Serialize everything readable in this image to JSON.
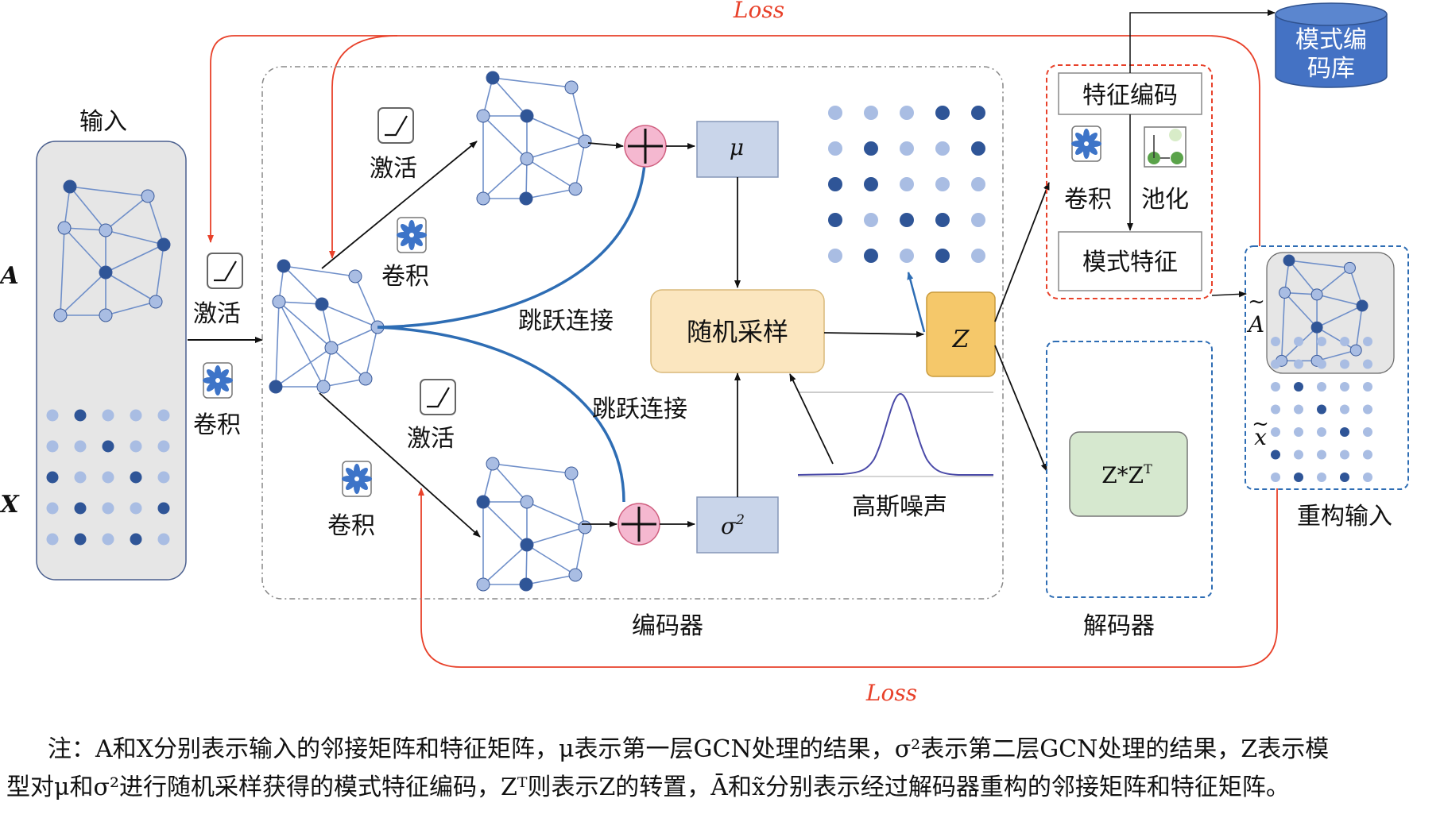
{
  "loss_top": "Loss",
  "loss_bottom": "Loss",
  "input": {
    "title": "输入",
    "label_a": "A",
    "label_x": "X"
  },
  "stage1": {
    "activation": "激活",
    "convolution": "卷积"
  },
  "encoder": {
    "title": "编码器",
    "upper_activation": "激活",
    "upper_convolution": "卷积",
    "lower_activation": "激活",
    "lower_convolution": "卷积",
    "skip_upper": "跳跃连接",
    "skip_lower": "跳跃连接",
    "mu": "μ",
    "sigma_base": "σ",
    "sigma_sup": "2",
    "sampling": "随机采样",
    "z": "Z",
    "noise": "高斯噪声"
  },
  "pattern_module": {
    "feature_encoding": "特征编码",
    "convolution": "卷积",
    "pooling": "池化",
    "pattern_feature": "模式特征",
    "database": "模式编码库"
  },
  "decoder": {
    "title": "解码器",
    "product": "Z*Z",
    "product_sup": "T"
  },
  "reconstruction": {
    "title": "重构输入",
    "label_a": "A",
    "label_x": "x",
    "tilde": "~"
  },
  "note": {
    "line1": "注：A和X分别表示输入的邻接矩阵和特征矩阵，μ表示第一层GCN处理的结果，σ²表示第二层GCN处理的结果，Z表示模",
    "line2": "型对μ和σ²进行随机采样获得的模式特征编码，Zᵀ则表示Z的转置，Ā和x̃分别表示经过解码器重构的邻接矩阵和特征矩阵。"
  },
  "colors": {
    "dark_node": "#2f5597",
    "light_node": "#a9bde3",
    "edge": "#6f8fc9",
    "loss_red": "#e8412a",
    "skip_blue": "#2e6db4",
    "mu_box": "#c9d5ea",
    "sampling_box": "#fbe6bf",
    "z_box": "#f5c86a",
    "product_box": "#d6e8cf",
    "plus_circle": "#f5b8d0",
    "database": "#4472c4"
  }
}
